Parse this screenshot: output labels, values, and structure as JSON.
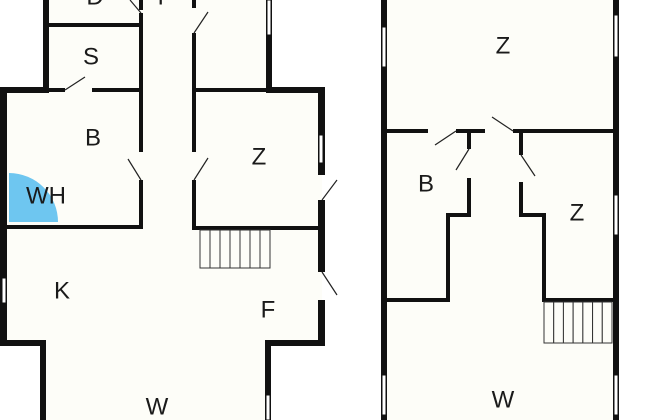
{
  "colors": {
    "interior": "#fdfdf8",
    "wall": "#111111",
    "wet_area": "#6ec6f0"
  },
  "ground_floor": {
    "rooms": [
      {
        "id": "d",
        "label": "D"
      },
      {
        "id": "f-top",
        "label": "F"
      },
      {
        "id": "s",
        "label": "S"
      },
      {
        "id": "b",
        "label": "B"
      },
      {
        "id": "z",
        "label": "Z"
      },
      {
        "id": "wh",
        "label": "WH"
      },
      {
        "id": "k",
        "label": "K"
      },
      {
        "id": "f",
        "label": "F"
      },
      {
        "id": "w",
        "label": "W"
      }
    ],
    "stair_treads": 7
  },
  "upper_floor": {
    "rooms": [
      {
        "id": "z1",
        "label": "Z"
      },
      {
        "id": "b",
        "label": "B"
      },
      {
        "id": "z2",
        "label": "Z"
      },
      {
        "id": "w",
        "label": "W"
      }
    ],
    "stair_treads": 7
  }
}
